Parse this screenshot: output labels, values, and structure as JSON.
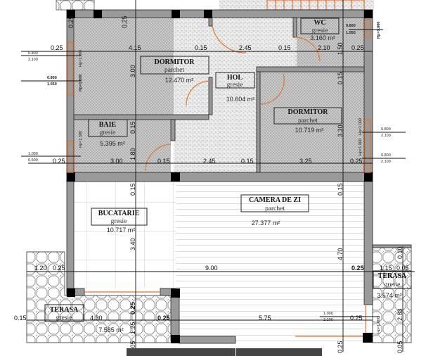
{
  "rooms": {
    "dormitor1": {
      "name": "DORMITOR",
      "finish": "parchet",
      "area": "12.470 m²"
    },
    "baie": {
      "name": "BAIE",
      "finish": "gresie",
      "area": "5.395 m²"
    },
    "hol": {
      "name": "HOL",
      "finish": "gresie",
      "area": "10.604 m²"
    },
    "wc": {
      "name": "WC",
      "finish": "gresie",
      "area": "3.160 m²"
    },
    "dormitor2": {
      "name": "DORMITOR",
      "finish": "parchet",
      "area": "10.719 m²"
    },
    "bucatarie": {
      "name": "BUCATARIE",
      "finish": "gresie",
      "area": "10.717 m²"
    },
    "camera_de_zi": {
      "name": "CAMERA DE ZI",
      "finish": "parchet",
      "area": "27.377 m²"
    },
    "terasa1": {
      "name": "TERASA",
      "finish": "gresie",
      "area": "7.585 m²"
    },
    "terasa2": {
      "name": "TERASA",
      "finish": "gresie",
      "area": "3.574 m²"
    }
  },
  "dimensions": {
    "row1": [
      "0.25",
      "4.15",
      "0.15",
      "2.45",
      "0.15",
      "2.10",
      "0.25"
    ],
    "row2": [
      "0.25",
      "3.00",
      "0.15",
      "2.45",
      "0.15",
      "3.25",
      "0.25"
    ],
    "row3": [
      "1.20",
      "0.25",
      "9.00",
      "0.25",
      "1.15",
      "0.05"
    ],
    "row4": [
      "0.15",
      "4.30",
      "0.25",
      "5.75",
      "0.25"
    ],
    "col1": [
      "0.25",
      "0.25",
      "3.00",
      "0.15",
      "1.80",
      "0.15",
      "3.40",
      "0.25",
      "1.25",
      "0.05"
    ],
    "col2": [
      "1.50",
      "0.15",
      "3.30",
      "0.15",
      "4.70",
      "0.25"
    ],
    "col3": [
      "0.10",
      "2.83",
      "0.05"
    ]
  },
  "windows": {
    "w1": {
      "sill": "0.800",
      "height": "2.100",
      "hp": "Hp=1.000"
    },
    "w2": {
      "sill": "0.800",
      "height": "1.050",
      "hp": "Hp=1.000"
    },
    "w3": {
      "sill": "1.000",
      "height": "0.600",
      "hp": "Hp=1.500"
    },
    "w4": {
      "sill": "0.600",
      "height": "1.050",
      "hp": "Hp=1.000"
    },
    "w5": {
      "sill": "0.800",
      "height": "2.100",
      "hp": "Hp=1.000"
    },
    "w6": {
      "sill": "0.800",
      "height": "2.100",
      "hp": "Hp=1.000"
    },
    "w7": {
      "sill": "1.000",
      "height": "2.100",
      "hp": "Hp=1.000"
    }
  },
  "colors": {
    "wall": "#9a9a9a",
    "column": "#000000",
    "door_window": "#e8752a"
  }
}
